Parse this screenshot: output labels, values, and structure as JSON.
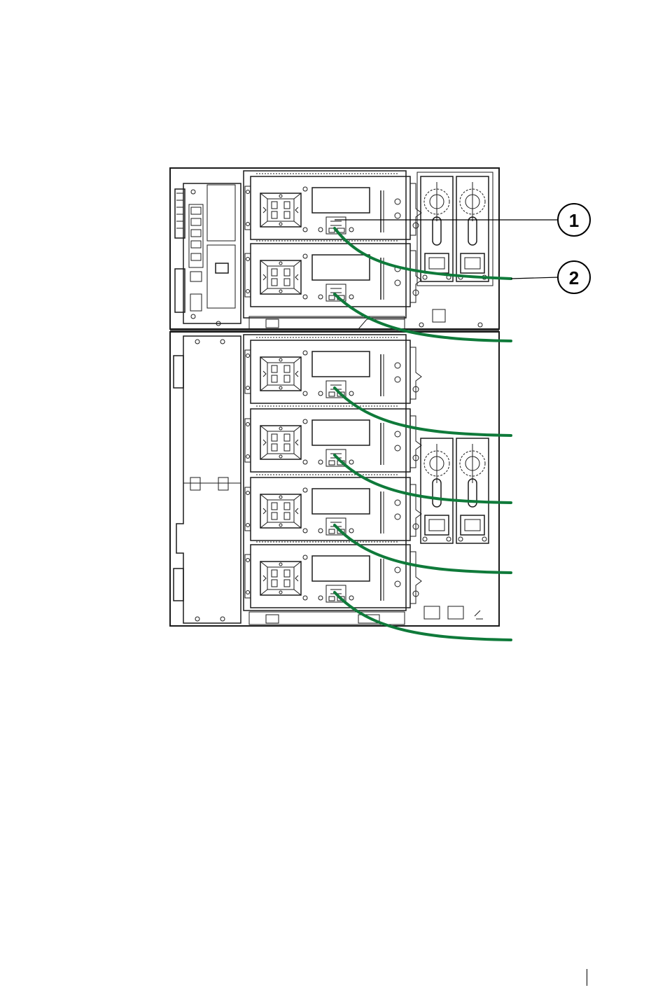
{
  "figure": {
    "callouts": [
      {
        "id": 1,
        "label": "1"
      },
      {
        "id": 2,
        "label": "2"
      }
    ],
    "cable_color": "#0f7a3a",
    "line_color": "#1b1b1b",
    "icon": "tape-library-rear-panel-diagram"
  }
}
